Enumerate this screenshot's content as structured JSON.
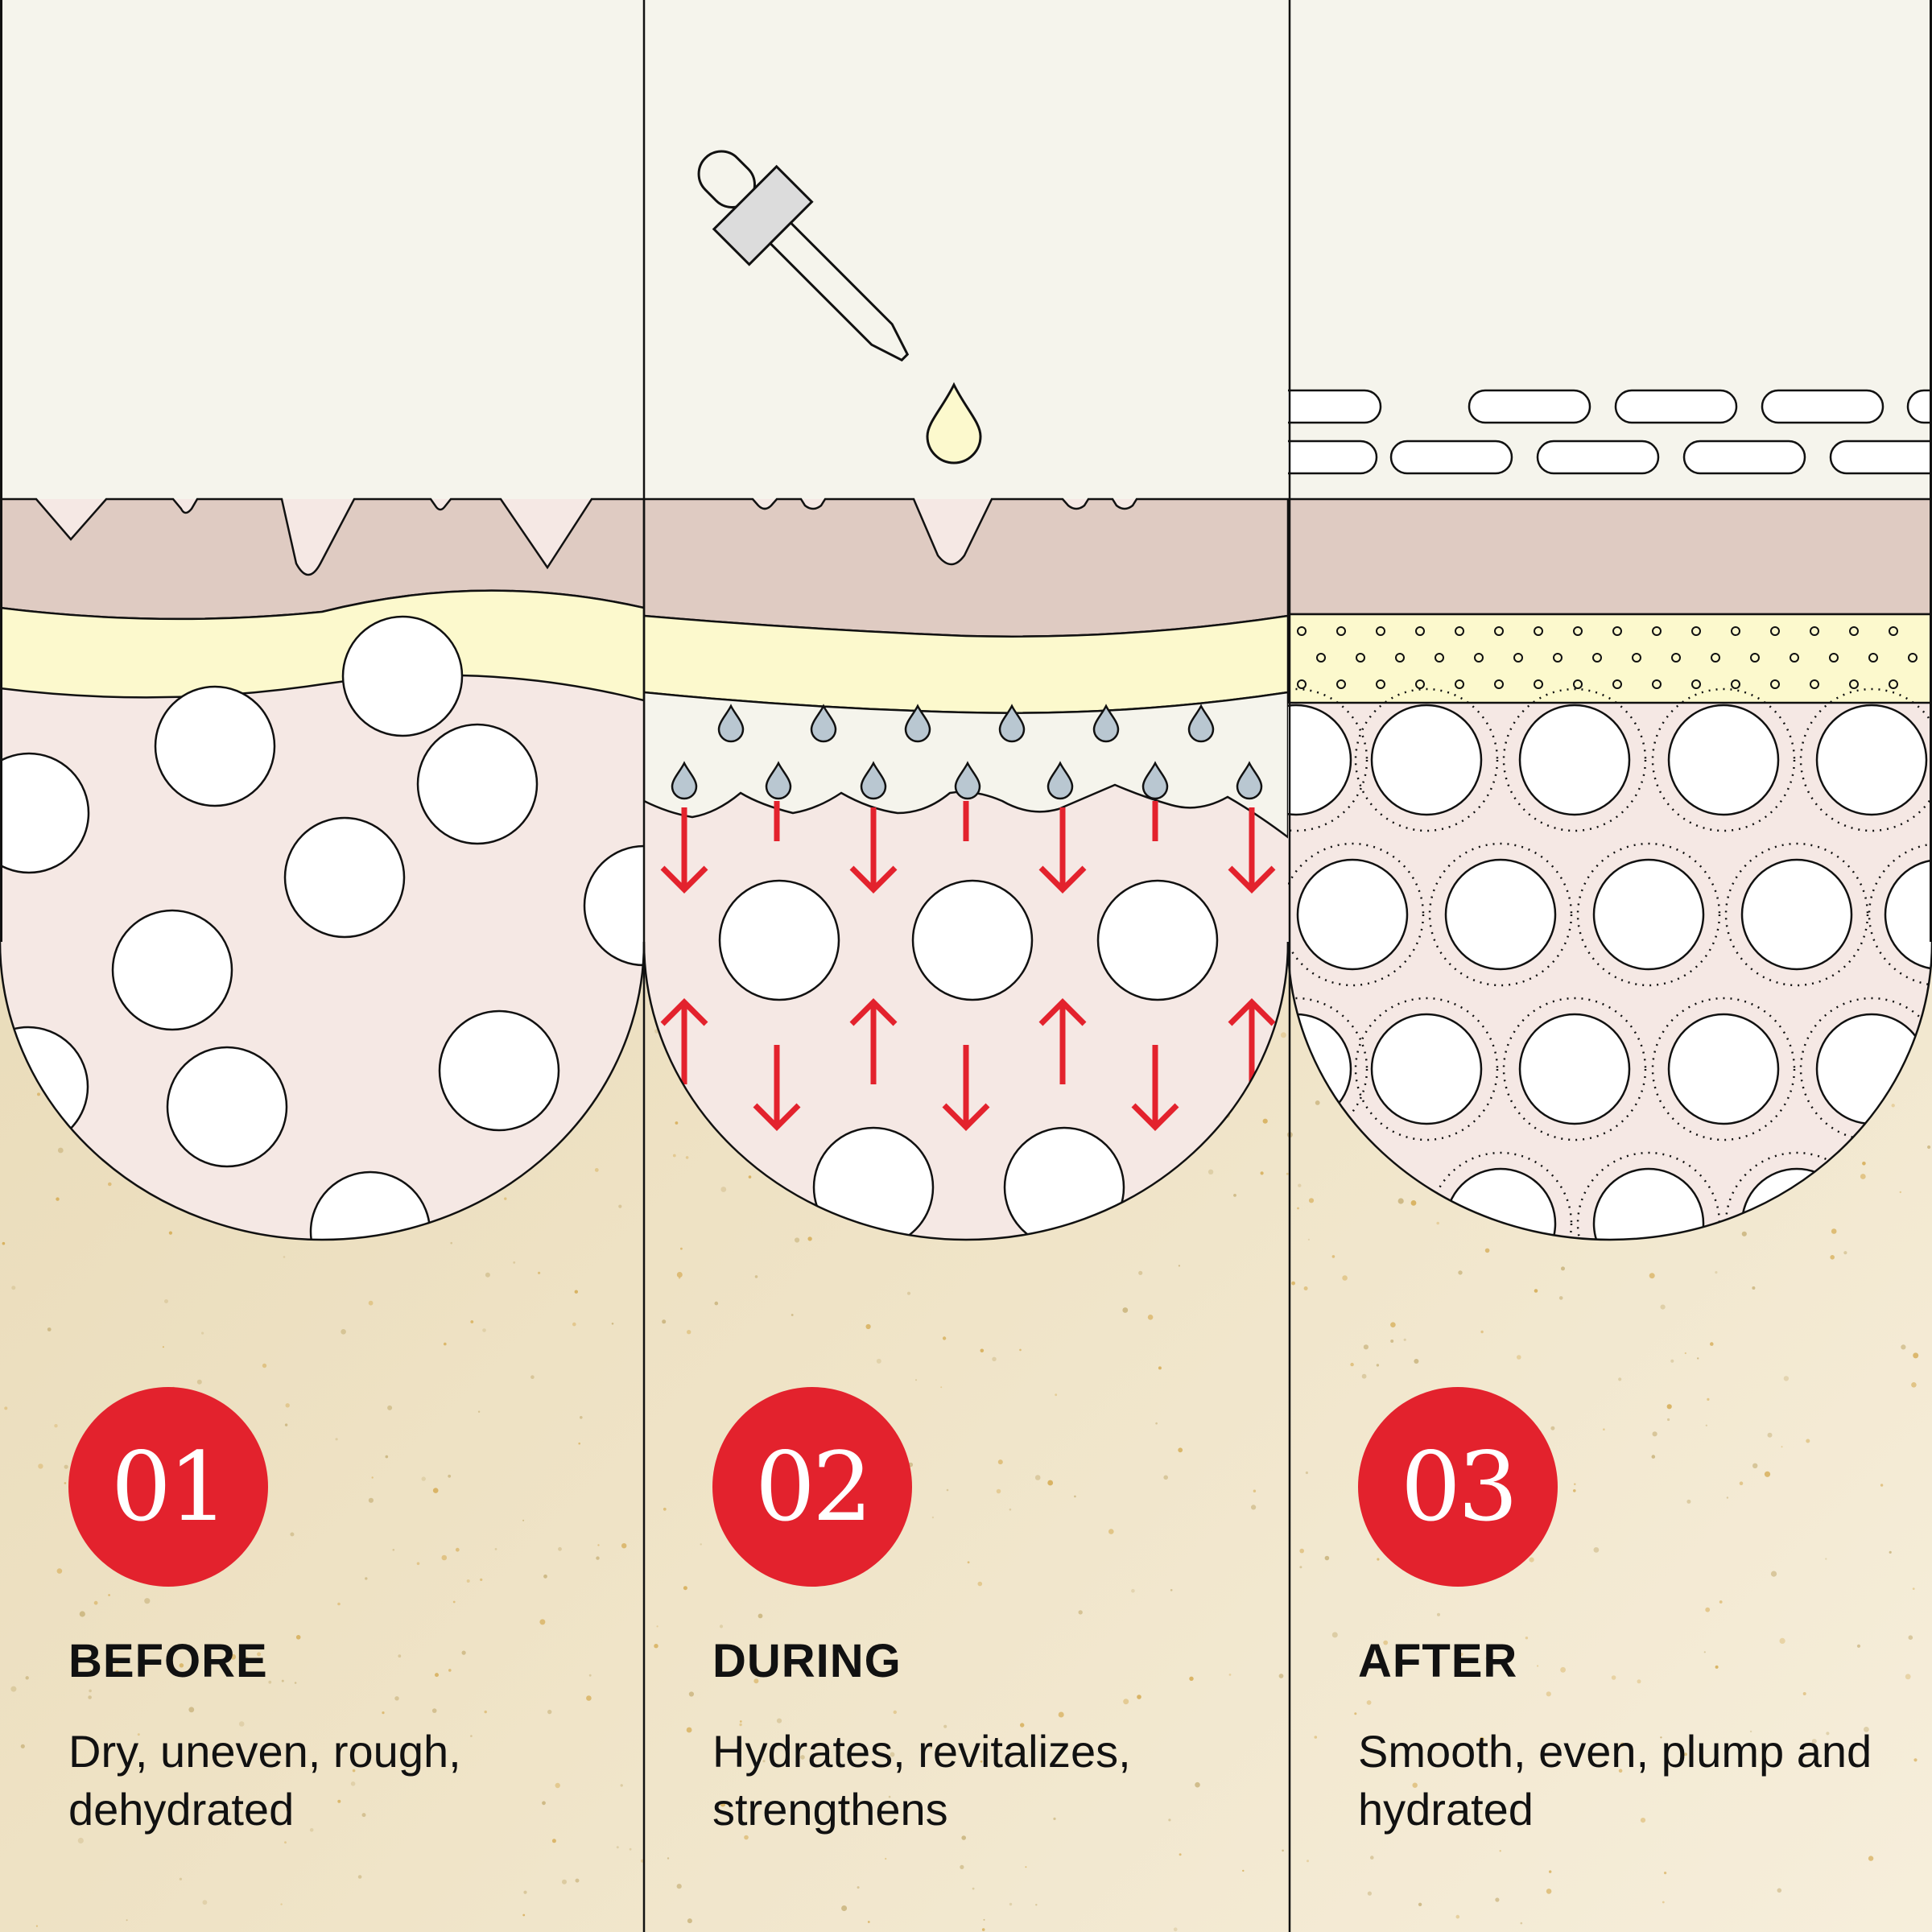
{
  "steps": [
    {
      "number": "01",
      "title": "BEFORE",
      "description": "Dry, uneven, rough, dehydrated"
    },
    {
      "number": "02",
      "title": "DURING",
      "description": "Hydrates, revitalizes, strengthens"
    },
    {
      "number": "03",
      "title": "AFTER",
      "description": "Smooth, even, plump and hydrated"
    }
  ],
  "colors": {
    "accent_red": "#e3222d",
    "top_background": "#f5f4ec",
    "epidermis": "#dfcbc2",
    "yellow_layer": "#fcf9cd",
    "dermis": "#f5e8e4",
    "water_drop": "#b9c7d1",
    "paper_background": "#efe4c8"
  },
  "icons": [
    "dropper-icon",
    "serum-drop-icon",
    "water-drop-icon",
    "down-arrow-icon",
    "up-arrow-icon"
  ]
}
